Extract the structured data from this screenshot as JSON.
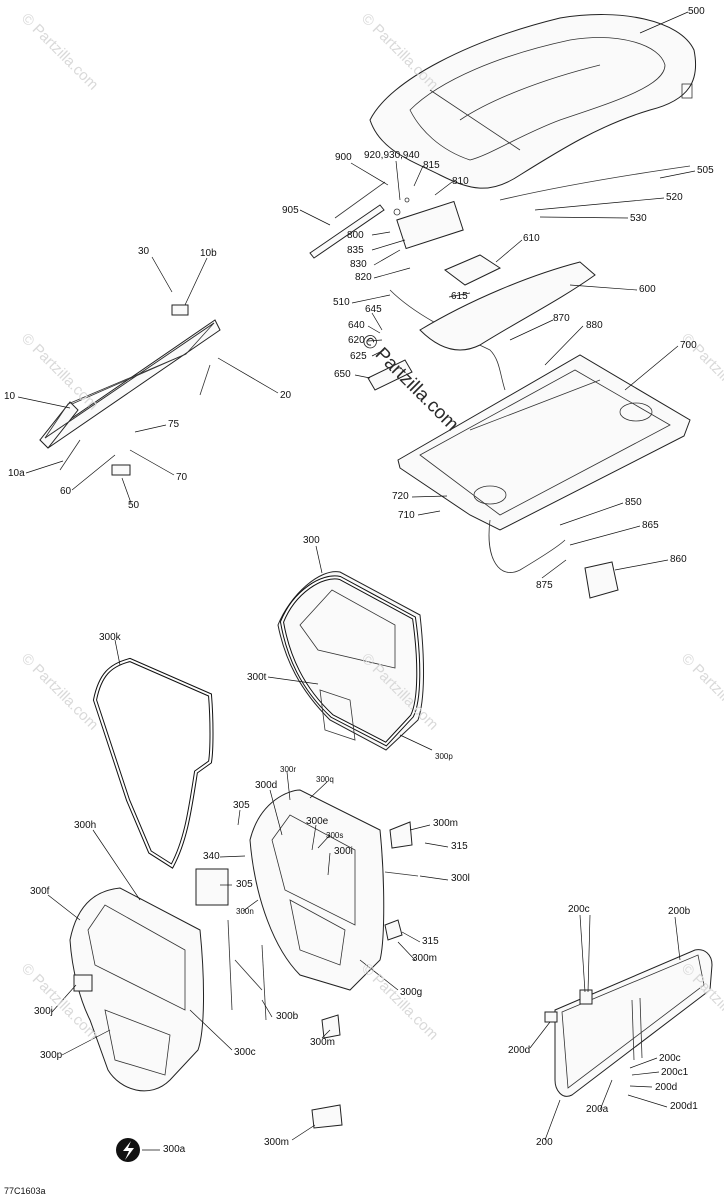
{
  "watermark": "© Partzilla.com",
  "diagram_code": "77C1603a",
  "labels": {
    "l500": "500",
    "l505": "505",
    "l520": "520",
    "l530": "530",
    "l900": "900",
    "l920": "920,930,940",
    "l815": "815",
    "l810": "810",
    "l905": "905",
    "l800": "800",
    "l835": "835",
    "l830": "830",
    "l820": "820",
    "l610": "610",
    "l615": "615",
    "l600": "600",
    "l510": "510",
    "l645": "645",
    "l640": "640",
    "l620": "620",
    "l625": "625",
    "l650": "650",
    "l870": "870",
    "l880": "880",
    "l700": "700",
    "l720": "720",
    "l710": "710",
    "l850": "850",
    "l865": "865",
    "l860": "860",
    "l875": "875",
    "l30": "30",
    "l10b": "10b",
    "l10": "10",
    "l20": "20",
    "l75": "75",
    "l10a": "10a",
    "l60": "60",
    "l70": "70",
    "l50": "50",
    "l300": "300",
    "l300k": "300k",
    "l300t": "300t",
    "l300p_top": "300p",
    "l300r": "300r",
    "l300d": "300d",
    "l300q": "300q",
    "l305a": "305",
    "l300e": "300e",
    "l300s": "300s",
    "l300m_a": "300m",
    "l315a": "315",
    "l340": "340",
    "l300i": "300i",
    "l300h": "300h",
    "l305b": "305",
    "l300l": "300l",
    "l300f": "300f",
    "l300n": "300n",
    "l315b": "315",
    "l300m_b": "300m",
    "l300g": "300g",
    "l300j": "300j",
    "l300b": "300b",
    "l300m_c": "300m",
    "l300p": "300p",
    "l300c": "300c",
    "l300m_d": "300m",
    "l300a": "300a",
    "l200c": "200c",
    "l200b": "200b",
    "l200d": "200d",
    "l200c_b": "200c",
    "l200c1": "200c1",
    "l200d_b": "200d",
    "l200a": "200a",
    "l200d1": "200d1",
    "l200": "200"
  }
}
